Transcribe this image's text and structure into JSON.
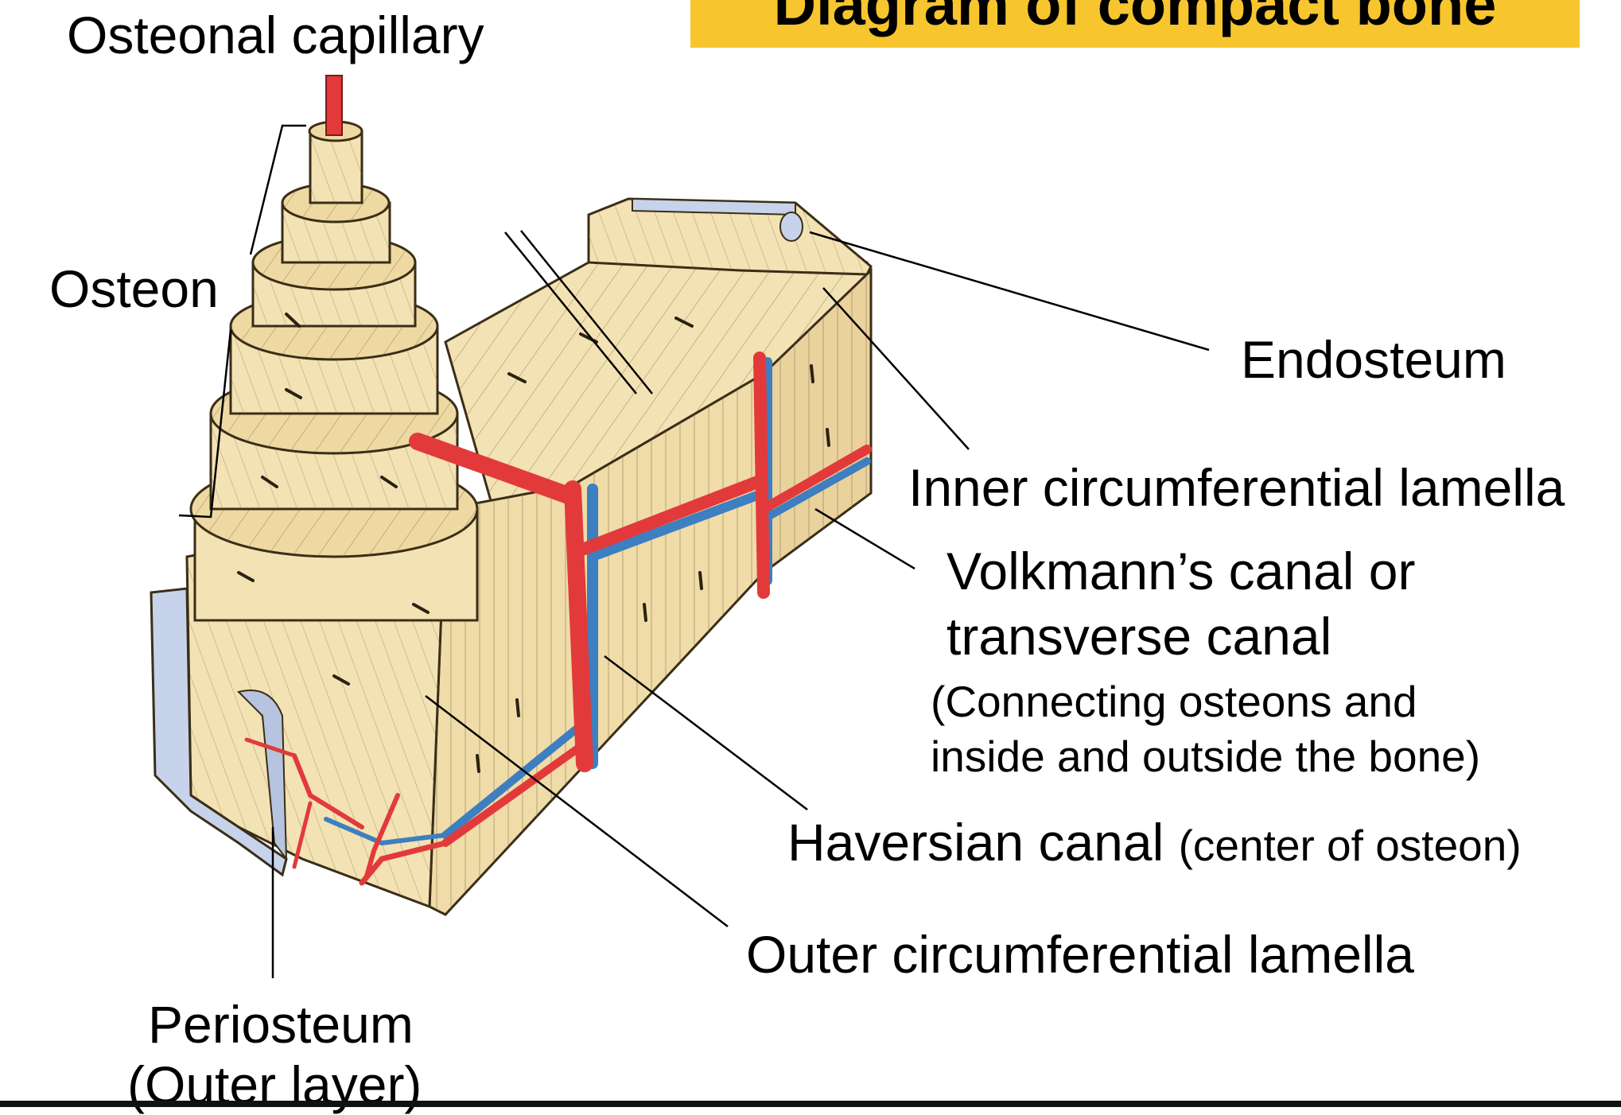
{
  "title": "Diagram of compact bone",
  "labels": {
    "osteonal_capillary": "Osteonal capillary",
    "osteon": "Osteon",
    "endosteum": "Endosteum",
    "inner_circumferential_lamella": "Inner circumferential lamella",
    "volkmanns_canal_line1": "Volkmann’s canal or",
    "volkmanns_canal_line2": "transverse canal",
    "volkmanns_note_line1": "(Connecting osteons and",
    "volkmanns_note_line2": "inside and outside the bone)",
    "haversian_canal": "Haversian canal",
    "haversian_note": "(center of osteon)",
    "outer_circumferential_lamella": "Outer circumferential lamella",
    "periosteum_line1": "Periosteum",
    "periosteum_line2": "(Outer layer)"
  },
  "colors": {
    "bone": "#f3e2b3",
    "bone_shade": "#e6cf96",
    "artery": "#e23a3a",
    "vein": "#3d7fc0",
    "periosteum": "#c7d3ea",
    "banner": "#f7c52d"
  }
}
